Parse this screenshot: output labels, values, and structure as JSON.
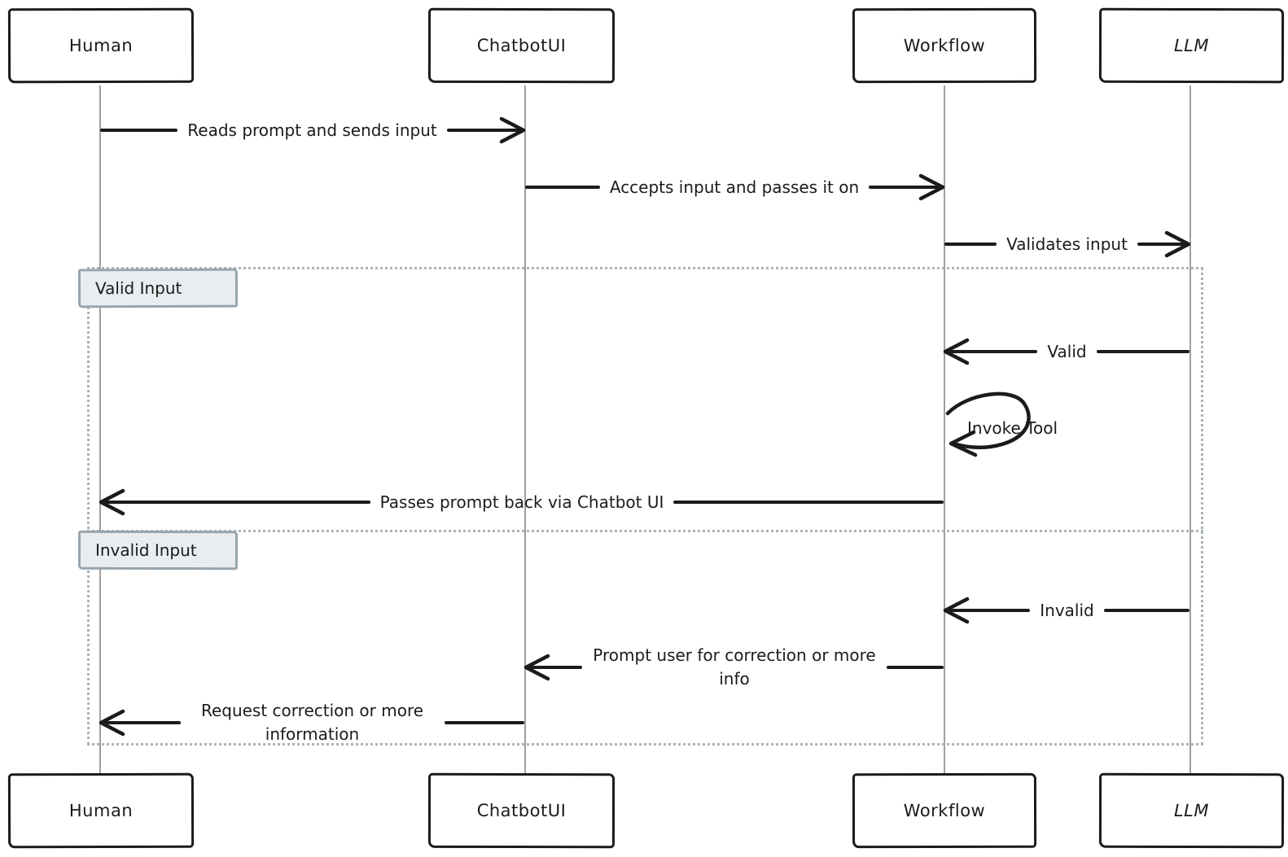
{
  "diagram": {
    "type": "sequence-diagram",
    "actors": [
      {
        "name": "Human"
      },
      {
        "name": "ChatbotUI"
      },
      {
        "name": "Workflow"
      },
      {
        "name": "LLM"
      }
    ],
    "messages": [
      {
        "from": "Human",
        "to": "ChatbotUI",
        "direction": "right",
        "label": "Reads prompt and sends input"
      },
      {
        "from": "ChatbotUI",
        "to": "Workflow",
        "direction": "right",
        "label": "Accepts input and passes it on"
      },
      {
        "from": "Workflow",
        "to": "LLM",
        "direction": "right",
        "label": "Validates input"
      },
      {
        "from": "LLM",
        "to": "Workflow",
        "direction": "left",
        "label": "Valid",
        "section": "Valid Input"
      },
      {
        "from": "Workflow",
        "to": "Workflow",
        "direction": "self",
        "label": "Invoke Tool",
        "section": "Valid Input"
      },
      {
        "from": "Workflow",
        "to": "Human",
        "direction": "left",
        "label": "Passes prompt back via Chatbot UI",
        "section": "Valid Input"
      },
      {
        "from": "LLM",
        "to": "Workflow",
        "direction": "left",
        "label": "Invalid",
        "section": "Invalid Input"
      },
      {
        "from": "Workflow",
        "to": "ChatbotUI",
        "direction": "left",
        "label": "Prompt user for correction or more info",
        "section": "Invalid Input"
      },
      {
        "from": "ChatbotUI",
        "to": "Human",
        "direction": "left",
        "label": "Request correction or more information",
        "section": "Invalid Input"
      }
    ],
    "sections": [
      {
        "label": "Valid Input"
      },
      {
        "label": "Invalid Input"
      }
    ],
    "colors": {
      "background": "#ffffff",
      "line": "#1b1b1b",
      "lifeline": "#9f9f9f",
      "frame_border": "#a9b4bc",
      "section_fill": "#e9edf0",
      "section_border": "#99a4ac"
    }
  }
}
